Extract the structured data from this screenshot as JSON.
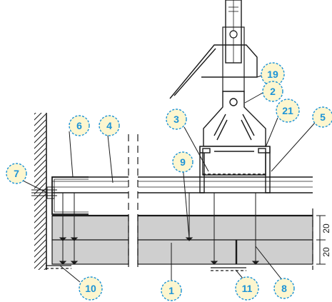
{
  "colors": {
    "line": "#1a1a1a",
    "board_fill": "#cfcfcf",
    "callout_accent": "#1c93d6",
    "callout_fill": "#fdf6cf",
    "background": "#ffffff"
  },
  "callouts": [
    {
      "id": "c19",
      "label": "19"
    },
    {
      "id": "c2",
      "label": "2"
    },
    {
      "id": "c3",
      "label": "3"
    },
    {
      "id": "c21",
      "label": "21"
    },
    {
      "id": "c5",
      "label": "5"
    },
    {
      "id": "c6",
      "label": "6"
    },
    {
      "id": "c4",
      "label": "4"
    },
    {
      "id": "c9",
      "label": "9"
    },
    {
      "id": "c7",
      "label": "7"
    },
    {
      "id": "c10",
      "label": "10"
    },
    {
      "id": "c1",
      "label": "1"
    },
    {
      "id": "c11",
      "label": "11"
    },
    {
      "id": "c8",
      "label": "8"
    }
  ],
  "dimensions": {
    "upper_layer": "20",
    "lower_layer": "20"
  }
}
